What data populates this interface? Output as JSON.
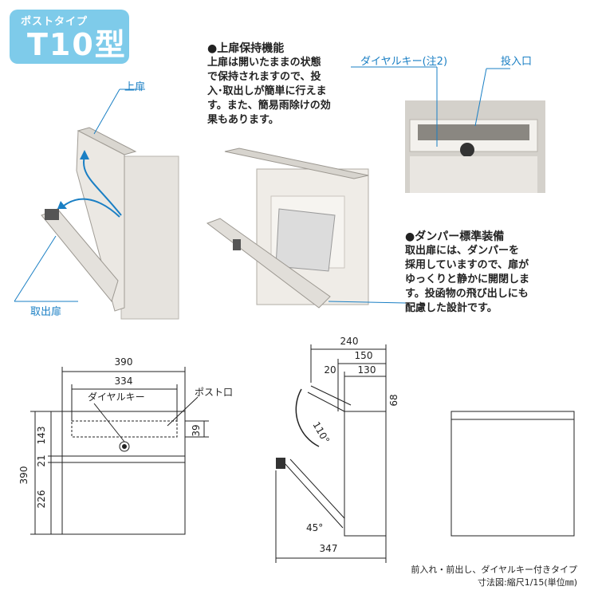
{
  "badge": {
    "subtitle": "ポストタイプ",
    "title": "T10型"
  },
  "callouts": {
    "upper_door": "上扉",
    "takeout_door": "取出扉",
    "dial_key": "ダイヤルキー(注2)",
    "slot": "投入口"
  },
  "features": [
    {
      "title": "●上扉保持機能",
      "lines": [
        "上扉は開いたままの状態",
        "で保持されますので、投",
        "入･取出しが簡単に行えま",
        "す。また、簡易雨除けの効",
        "果もあります。"
      ]
    },
    {
      "title": "●ダンパー標準装備",
      "lines": [
        "取出扉には、ダンパーを",
        "採用していますので、扉が",
        "ゆっくりと静かに開閉しま",
        "す。投函物の飛び出しにも",
        "配慮した設計です。"
      ]
    }
  ],
  "front_view": {
    "width_total": "390",
    "width_inner": "334",
    "label_dial": "ダイヤルキー",
    "label_slot": "ポスト口",
    "h_total": "390",
    "h_top": "143",
    "h_mid": "21",
    "h_bottom": "226",
    "slot_h": "39"
  },
  "side_view": {
    "d_total": "240",
    "d_150": "150",
    "d_20": "20",
    "d_130": "130",
    "h_68": "68",
    "angle_top": "110°",
    "angle_bottom": "45°",
    "open_depth": "347"
  },
  "caption": {
    "line1": "前入れ・前出し、ダイヤルキー付きタイプ",
    "line2": "寸法図:縮尺1/15(単位㎜)"
  },
  "colors": {
    "accent": "#7ecbea",
    "callout": "#1a7fc4",
    "line": "#1a7fc4"
  }
}
